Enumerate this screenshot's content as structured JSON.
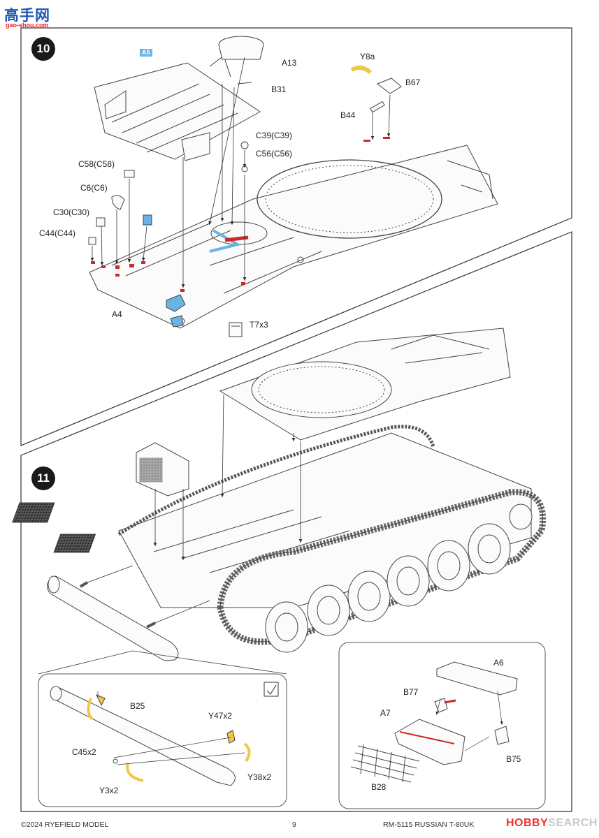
{
  "site_logo": {
    "main": "高手网",
    "url": "gao-shou.com"
  },
  "step10": {
    "number": "10",
    "badge": "A5",
    "labels": {
      "a13": "A13",
      "b31": "B31",
      "y8a": "Y8a",
      "b67": "B67",
      "b44": "B44",
      "c39": "C39(C39)",
      "c56": "C56(C56)",
      "c58": "C58(C58)",
      "c6": "C6(C6)",
      "c30": "C30(C30)",
      "c44": "C44(C44)",
      "a4": "A4",
      "t7": "T7x3"
    }
  },
  "step11": {
    "number": "11",
    "inset_left": {
      "b25": "B25",
      "y47": "Y47x2",
      "c45": "C45x2",
      "y38": "Y38x2",
      "y3": "Y3x2",
      "icon": "glue-check-icon"
    },
    "inset_right": {
      "a6": "A6",
      "b77": "B77",
      "a7": "A7",
      "b75": "B75",
      "b28": "B28"
    }
  },
  "footer": {
    "copyright": "©2024 RYEFIELD MODEL",
    "page": "9",
    "product": "RM-5115 RUSSIAN T-80UK"
  },
  "watermark": {
    "text_red": "HOBBY",
    "text_grey": "SEARCH"
  },
  "colors": {
    "accent_blue": "#6ab4e4",
    "part_red": "#cc2a2a",
    "part_yellow": "#f2c744",
    "line": "#333333"
  }
}
